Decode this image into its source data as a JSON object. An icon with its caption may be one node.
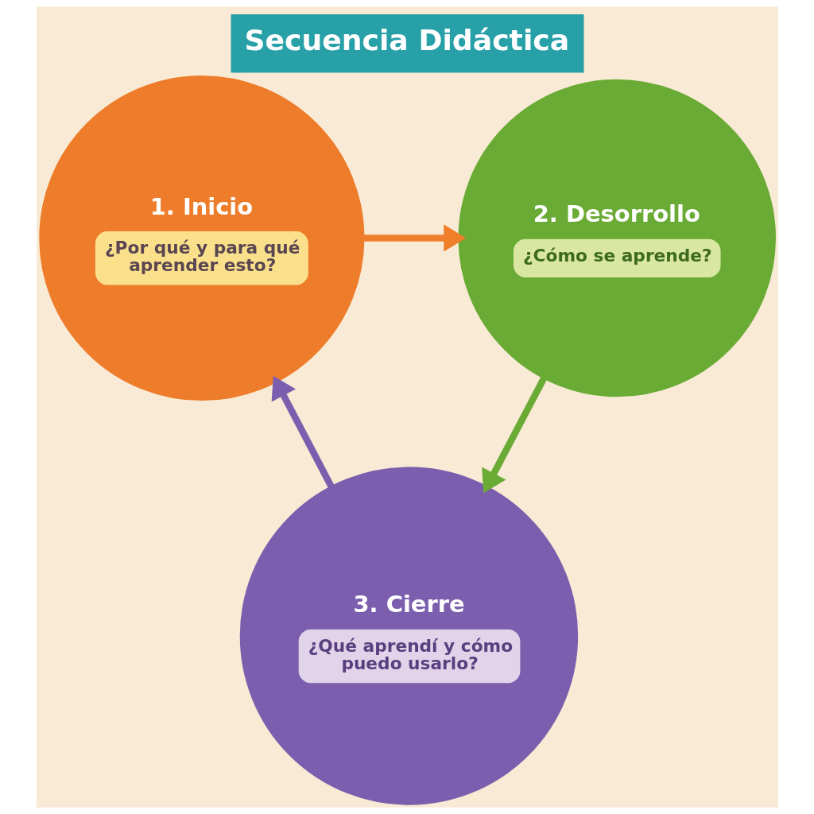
{
  "diagram": {
    "title": "Secuencia Didáctica",
    "nodes": [
      {
        "text": [
          "1. Inicio",
          "¿Por qué y para qué aprender esto?"
        ]
      },
      {
        "text": [
          "2. Desorrollo",
          "¿Cómo se aprende?"
        ]
      },
      {
        "text": [
          "3. Cierre",
          "¿Qué aprendí y cómo puedo usarlo?"
        ]
      }
    ],
    "edges": [
      {
        "from": 0,
        "to": 1,
        "arrow": "to",
        "color": "#ef7f2a"
      },
      {
        "from": 1,
        "to": 2,
        "arrow": "to",
        "color": "#6aab35"
      },
      {
        "from": 2,
        "to": 0,
        "arrow": "to",
        "color": "#7b5fae"
      }
    ]
  }
}
